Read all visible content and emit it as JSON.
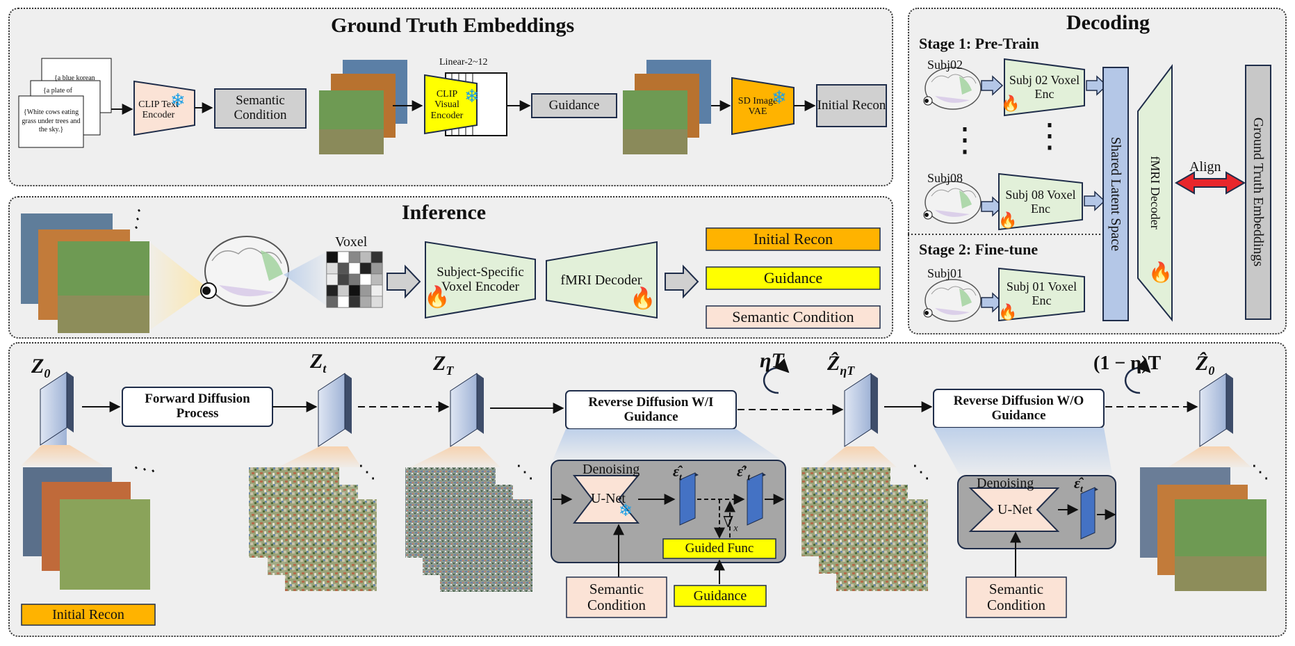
{
  "panels": {
    "gt_title": "Ground Truth Embeddings",
    "decoding_title": "Decoding",
    "inference_title": "Inference",
    "stage1": "Stage 1: Pre-Train",
    "stage2": "Stage 2: Fine-tune"
  },
  "gt": {
    "caption1": "{a blue korean",
    "caption2": "{a plate of",
    "caption3": "{White cows eating grass under trees and the sky.}",
    "clip_text_encoder": "CLIP Text Encoder",
    "semantic_condition": "Semantic Condition",
    "linear": "Linear-2~12",
    "clip_visual_encoder": "CLIP Visual Encoder",
    "guidance": "Guidance",
    "sd_vae": "SD Image VAE",
    "initial_recon": "Initial Recon"
  },
  "decoding": {
    "subj02": "Subj02",
    "subj08": "Subj08",
    "subj01": "Subj01",
    "enc02": "Subj 02 Voxel Enc",
    "enc08": "Subj 08 Voxel Enc",
    "enc01": "Subj 01 Voxel Enc",
    "shared_latent": "Shared Latent Space",
    "fmri_decoder": "fMRI Decoder",
    "align": "Align",
    "gt_embeddings": "Ground Truth Embeddings"
  },
  "inference": {
    "voxel": "Voxel",
    "subject_encoder": "Subject-Specific Voxel Encoder",
    "fmri_decoder": "fMRI Decoder",
    "out_initial": "Initial Recon",
    "out_guidance": "Guidance",
    "out_semantic": "Semantic Condition"
  },
  "diffusion": {
    "z0": "Z",
    "z0_sub": "0",
    "zt": "Z",
    "zt_sub": "t",
    "zT": "Z",
    "zT_sub": "T",
    "eta_T": "ηT",
    "z_etaT": "Ẑ",
    "z_etaT_sub": "ηT",
    "one_minus_eta": "(1 − η)T",
    "z0_hat": "Ẑ",
    "z0_hat_sub": "0",
    "forward": "Forward Diffusion Process",
    "reverse_wi": "Reverse Diffusion W/I Guidance",
    "reverse_wo": "Reverse Diffusion W/O Guidance",
    "denoising1": "Denoising",
    "unet1": "U-Net",
    "eps_t": "ε̂",
    "eps_t_sub": "t",
    "eps_t_prime": "ε̂′",
    "eps_t_prime_sub": "t",
    "grad": "∇",
    "grad_sub": "x",
    "guided_func": "Guided Func",
    "semantic1": "Semantic Condition",
    "guidance_box": "Guidance",
    "denoising2": "Denoising",
    "unet2": "U-Net",
    "eps_t2": "ε̂",
    "eps_t2_sub": "t",
    "semantic2": "Semantic Condition",
    "initial_recon": "Initial Recon",
    "dots": "⋮"
  },
  "colors": {
    "panel_bg": "#efefef",
    "encoder_peach": "#fbe3d6",
    "gray_box": "#d0d0d0",
    "yellow": "#ffff00",
    "orange": "#ffb300",
    "green_light": "#e2f0d9",
    "blue_latent": "#b4c7e7",
    "dark_navy": "#1f2d4a",
    "align_red": "#e8262b"
  },
  "icons": [
    "snowflake-icon",
    "flame-icon",
    "brain-icon",
    "eye-icon",
    "latent-cube-icon",
    "loop-arrow-icon"
  ]
}
